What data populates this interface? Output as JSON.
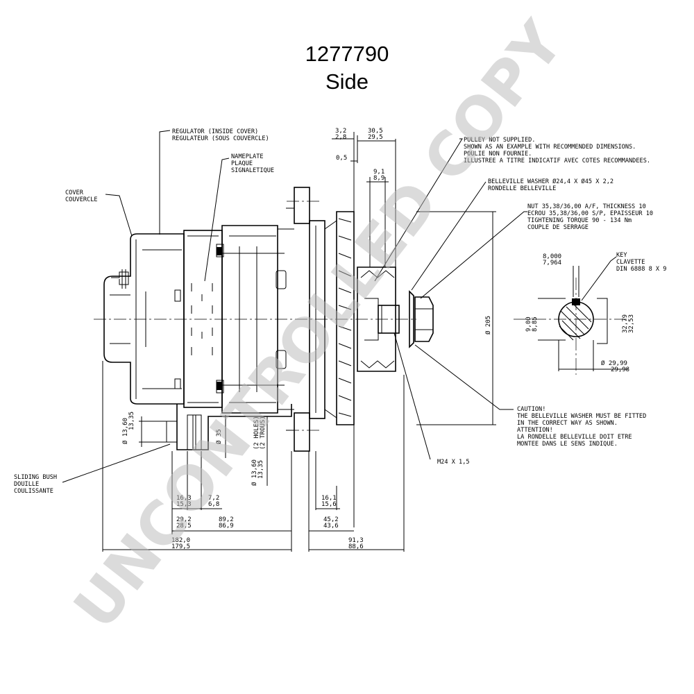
{
  "title": {
    "part_number": "1277790",
    "view": "Side"
  },
  "watermark": "UNCONTROLLED COPY",
  "callouts": {
    "regulator": [
      "REGULATOR (INSIDE COVER)",
      "REGULATEUR (SOUS COUVERCLE)"
    ],
    "nameplate": [
      "NAMEPLATE",
      "PLAQUE",
      "SIGNALETIQUE"
    ],
    "cover": [
      "COVER",
      "COUVERCLE"
    ],
    "pulley": [
      "PULLEY NOT SUPPLIED.",
      "SHOWN AS AN EXAMPLE WITH RECOMMENDED DIMENSIONS.",
      "POULIE NON FOURNIE.",
      "ILLUSTREE A TITRE INDICATIF AVEC COTES RECOMMANDEES."
    ],
    "washer": [
      "BELLEVILLE WASHER Ø24,4 X Ø45 X 2,2",
      "RONDELLE BELLEVILLE"
    ],
    "nut": [
      "NUT 35,38/36,00 A/F, THICKNESS 10",
      "ECROU 35,38/36,00 S/P, EPAISSEUR 10",
      "TIGHTENING TORQUE 90 - 134 Nm",
      "COUPLE DE SERRAGE"
    ],
    "key": [
      "KEY",
      "CLAVETTE",
      "DIN 6888 8 X 9"
    ],
    "caution": [
      "CAUTION!",
      "THE BELLEVILLE WASHER MUST BE FITTED",
      "IN THE CORRECT WAY AS SHOWN.",
      "ATTENTION!",
      "LA RONDELLE BELLEVILLE DOIT ETRE",
      "MONTEE DANS LE SENS INDIQUE."
    ],
    "sliding_bush": [
      "SLIDING BUSH",
      "DOUILLE",
      "COULISSANTE"
    ],
    "thread": "M24 X 1,5"
  },
  "dimensions": {
    "d_3_2": [
      "3,2",
      "2,8"
    ],
    "d_30_5": [
      "30,5",
      "29,5"
    ],
    "d_0_5": "0,5",
    "d_9_1": [
      "9,1",
      "8,9"
    ],
    "d_205": "Ø 205",
    "d_13_60": [
      "Ø 13,60",
      "13,35"
    ],
    "d_35": "Ø 35",
    "d_holes": [
      "Ø 13,60",
      "13,35",
      "(2 HOLES)",
      "(2 TROUS)"
    ],
    "d_16_3": [
      "16,3",
      "15,3"
    ],
    "d_7_2": [
      "7,2",
      "6,8"
    ],
    "d_16_1": [
      "16,1",
      "15,6"
    ],
    "d_29_2": [
      "29,2",
      "28,5"
    ],
    "d_89_2": [
      "89,2",
      "86,9"
    ],
    "d_45_2": [
      "45,2",
      "43,6"
    ],
    "d_182": [
      "182,0",
      "179,5"
    ],
    "d_91_3": [
      "91,3",
      "88,6"
    ],
    "key_width": [
      "8,000",
      "7,964"
    ],
    "key_depth": [
      "9,00",
      "8,85"
    ],
    "key_height": [
      "32,79",
      "32,53"
    ],
    "shaft_dia": [
      "Ø 29,99",
      "29,98"
    ]
  }
}
